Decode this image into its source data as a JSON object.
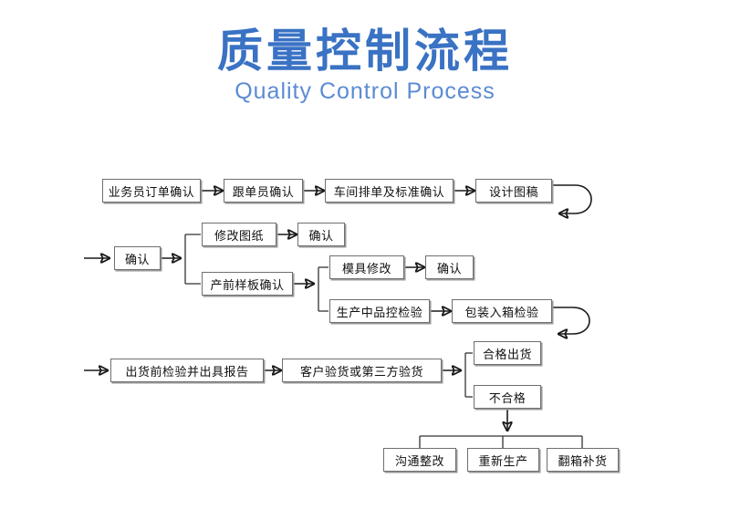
{
  "header": {
    "title_cn": "质量控制流程",
    "title_en": "Quality Control Process",
    "title_color": "#3a72c4",
    "subtitle_color": "#5b8bd4"
  },
  "diagram": {
    "type": "flowchart",
    "background": "#ffffff",
    "node_border_color": "#6f6f6f",
    "connector_color": "#1a1a1a",
    "rows": [
      {
        "name": "row-1-order-intake",
        "nodes": [
          "业务员订单确认",
          "跟单员确认",
          "车间排单及标准确认",
          "设计图稿"
        ]
      },
      {
        "name": "row-2-sample-and-production",
        "nodes": [
          "确认",
          "修改图纸",
          "确认",
          "产前样板确认",
          "模具修改",
          "确认",
          "生产中品控检验",
          "包装入箱检验"
        ]
      },
      {
        "name": "row-3-inspection-and-shipment",
        "nodes": [
          "出货前检验并出具报告",
          "客户验货或第三方验货",
          "合格出货",
          "不合格",
          "沟通整改",
          "重新生产",
          "翻箱补货"
        ]
      }
    ],
    "nodes": {
      "n1": "业务员订单确认",
      "n2": "跟单员确认",
      "n3": "车间排单及标准确认",
      "n4": "设计图稿",
      "n5": "确认",
      "n6": "修改图纸",
      "n7": "确认",
      "n8": "产前样板确认",
      "n9": "模具修改",
      "n10": "确认",
      "n11": "生产中品控检验",
      "n12": "包装入箱检验",
      "n13": "出货前检验并出具报告",
      "n14": "客户验货或第三方验货",
      "n15": "合格出货",
      "n16": "不合格",
      "n17": "沟通整改",
      "n18": "重新生产",
      "n19": "翻箱补货"
    }
  }
}
